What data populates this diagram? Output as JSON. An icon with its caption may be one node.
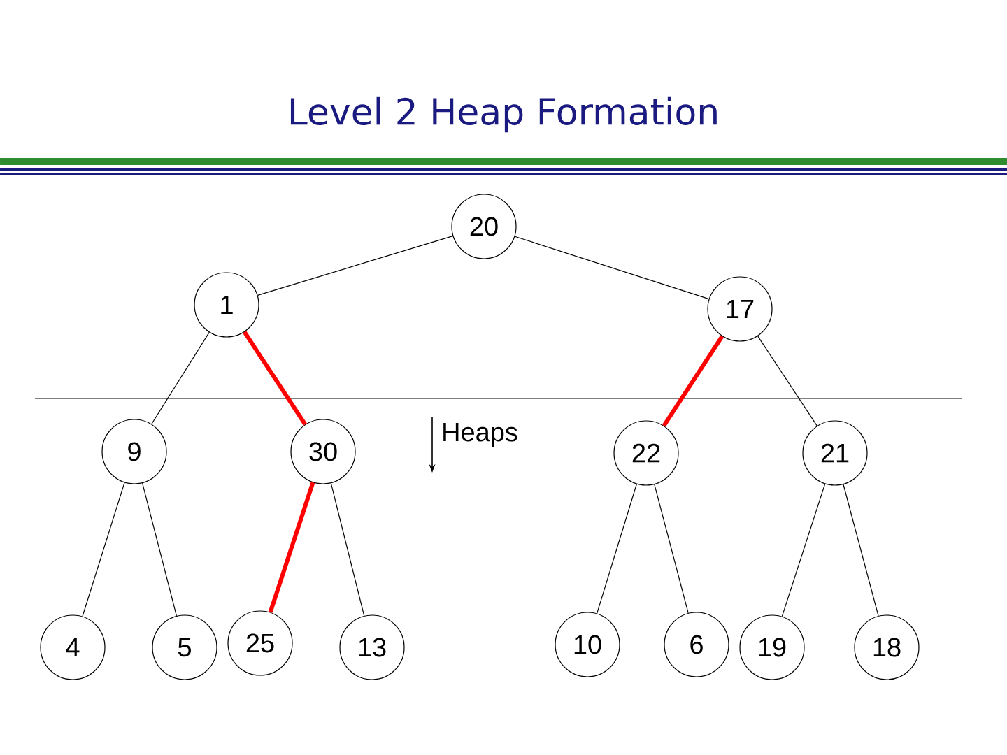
{
  "diagram": {
    "title": "Level 2 Heap Formation",
    "nodes": [
      {
        "text": [
          "20"
        ]
      },
      {
        "text": [
          "1"
        ]
      },
      {
        "text": [
          "17"
        ]
      },
      {
        "text": [
          "9"
        ]
      },
      {
        "text": [
          "30"
        ]
      },
      {
        "text": [
          "22"
        ]
      },
      {
        "text": [
          "21"
        ]
      },
      {
        "text": [
          "4"
        ]
      },
      {
        "text": [
          "5"
        ]
      },
      {
        "text": [
          "25"
        ]
      },
      {
        "text": [
          "13"
        ]
      },
      {
        "text": [
          "10"
        ]
      },
      {
        "text": [
          "6"
        ]
      },
      {
        "text": [
          "19"
        ]
      },
      {
        "text": [
          "18"
        ]
      }
    ],
    "edges": [
      {
        "from": 0,
        "to": 1,
        "arrow": "none"
      },
      {
        "from": 0,
        "to": 2,
        "arrow": "none"
      },
      {
        "from": 1,
        "to": 3,
        "arrow": "none"
      },
      {
        "from": 1,
        "to": 4,
        "arrow": "none",
        "style": "thick",
        "color": "#ff0000"
      },
      {
        "from": 2,
        "to": 5,
        "arrow": "none",
        "style": "thick",
        "color": "#ff0000"
      },
      {
        "from": 2,
        "to": 6,
        "arrow": "none"
      },
      {
        "from": 3,
        "to": 7,
        "arrow": "none"
      },
      {
        "from": 3,
        "to": 8,
        "arrow": "none"
      },
      {
        "from": 4,
        "to": 9,
        "arrow": "none",
        "style": "thick",
        "color": "#ff0000"
      },
      {
        "from": 4,
        "to": 10,
        "arrow": "none"
      },
      {
        "from": 5,
        "to": 11,
        "arrow": "none"
      },
      {
        "from": 5,
        "to": 12,
        "arrow": "none"
      },
      {
        "from": 6,
        "to": 13,
        "arrow": "none"
      },
      {
        "from": 6,
        "to": 14,
        "arrow": "none"
      }
    ],
    "labels": [
      "Heaps"
    ]
  }
}
